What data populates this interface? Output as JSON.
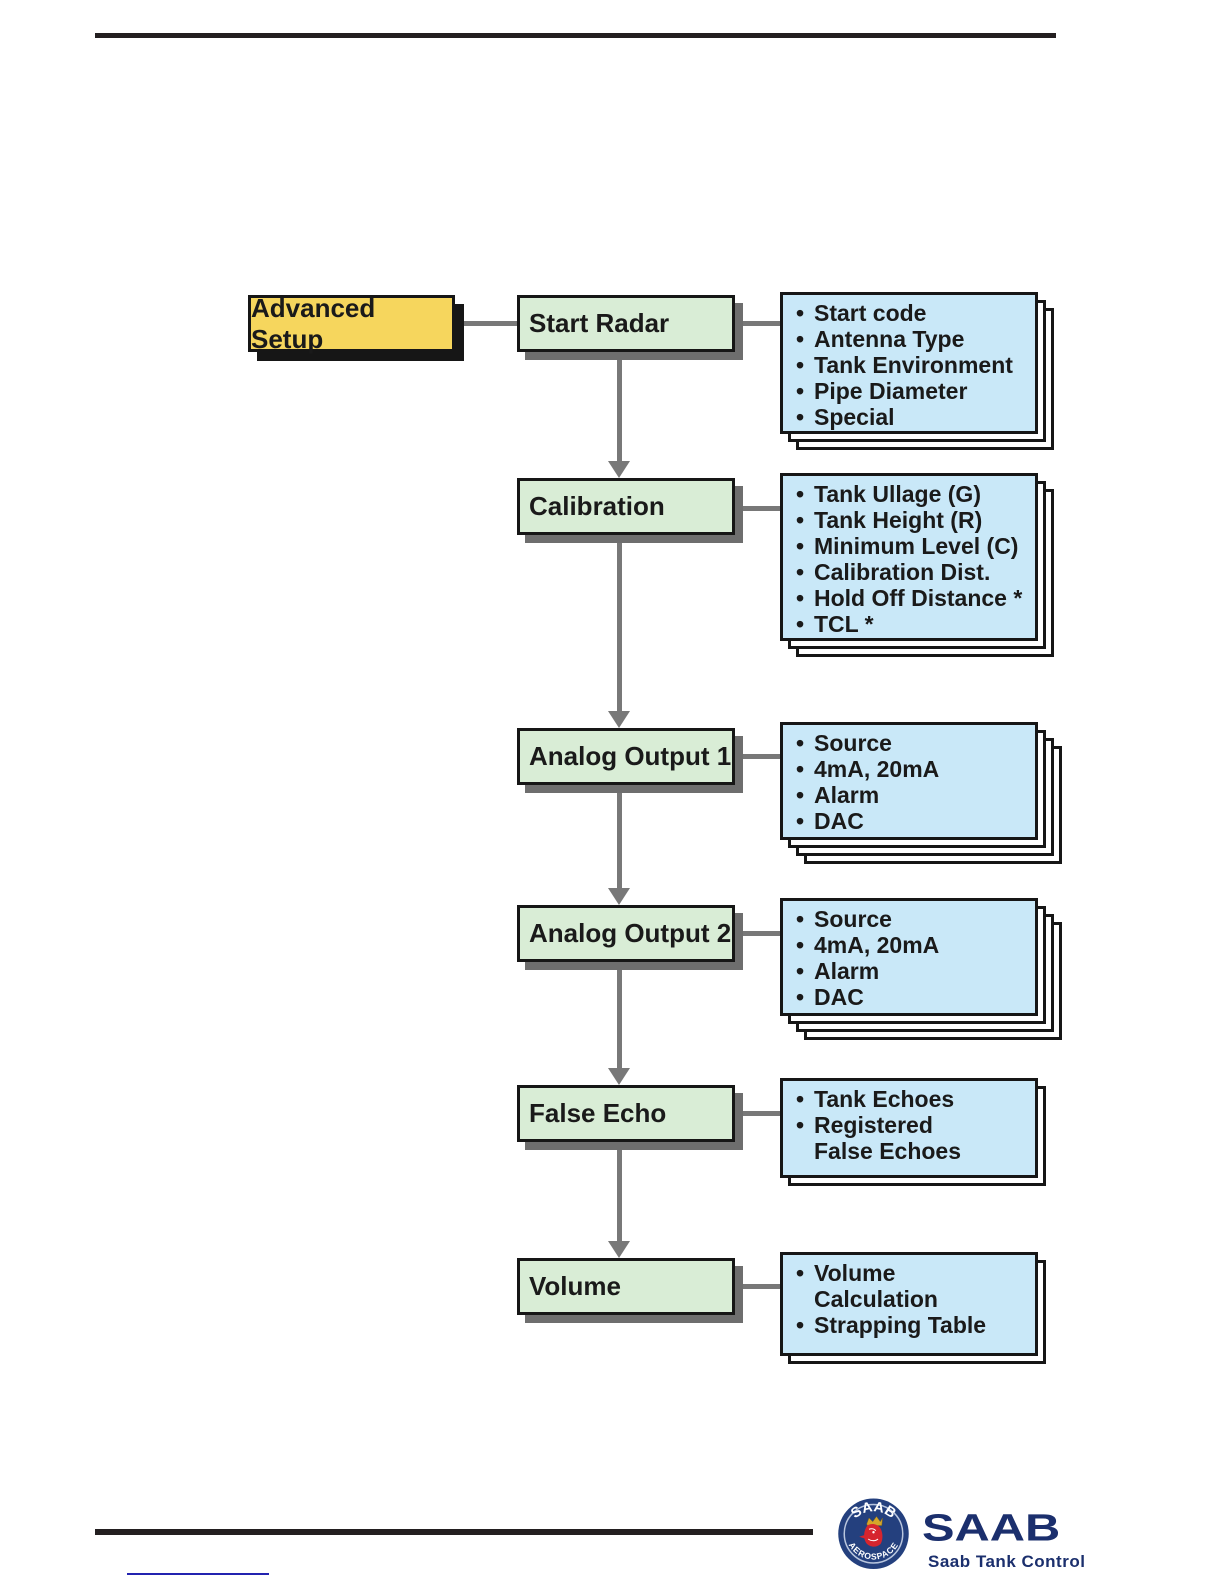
{
  "flow": {
    "root_label": "Advanced Setup",
    "rows": [
      {
        "label": "Start Radar",
        "bullets": [
          "Start code",
          "Antenna Type",
          "Tank Environment",
          "Pipe Diameter",
          "Special"
        ]
      },
      {
        "label": "Calibration",
        "bullets": [
          "Tank Ullage (G)",
          "Tank Height (R)",
          "Minimum Level (C)",
          "Calibration Dist.",
          "Hold Off Distance *",
          "TCL *"
        ]
      },
      {
        "label": "Analog Output 1",
        "bullets": [
          "Source",
          "4mA, 20mA",
          "Alarm",
          "DAC"
        ]
      },
      {
        "label": "Analog Output 2",
        "bullets": [
          "Source",
          "4mA, 20mA",
          "Alarm",
          "DAC"
        ]
      },
      {
        "label": "False Echo",
        "bullets": [
          "Tank Echoes",
          "Registered\nFalse Echoes"
        ]
      },
      {
        "label": "Volume",
        "bullets": [
          "Volume\nCalculation",
          "Strapping Table"
        ]
      }
    ]
  },
  "brand": {
    "wordmark": "SAAB",
    "badge_top": "SAAB",
    "badge_bottom": "AEROSPACE",
    "tagline": "Saab Tank Control"
  },
  "colors": {
    "root_fill": "#f6d65d",
    "menu_fill": "#d9edd6",
    "card_fill": "#c9e8f8",
    "connector": "#787878",
    "border": "#161616",
    "navy": "#1b2f6d",
    "link_blue": "#2323b0"
  }
}
